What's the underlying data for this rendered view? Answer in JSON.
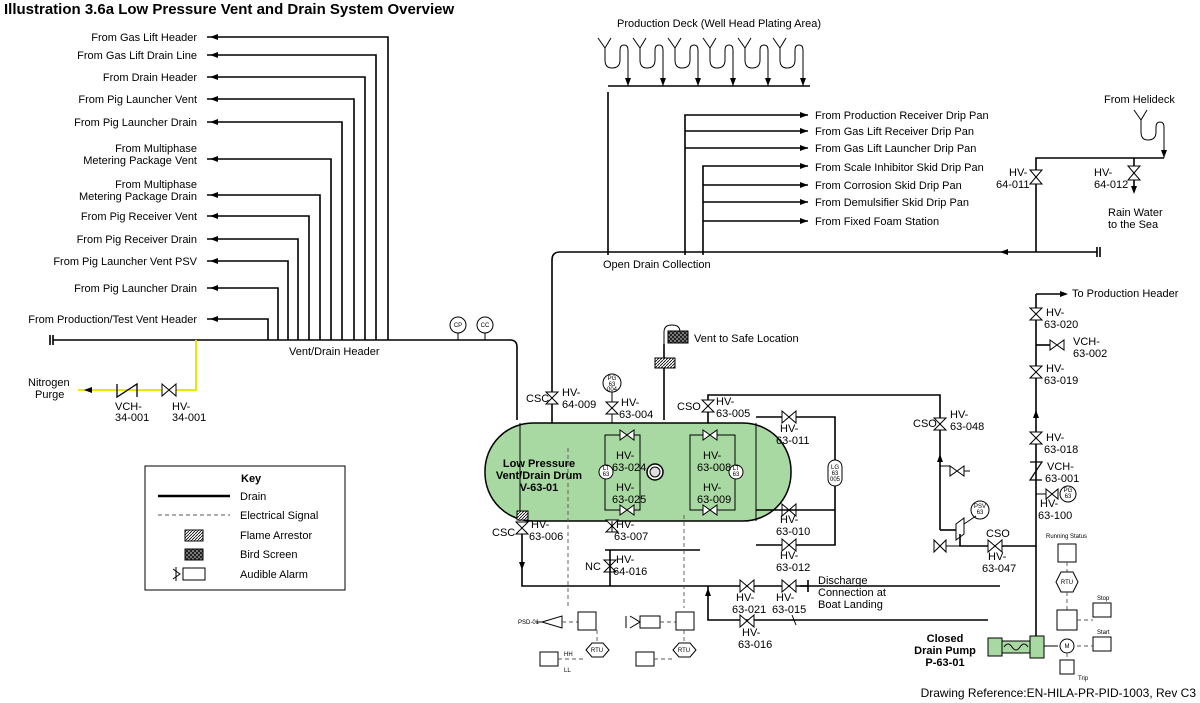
{
  "title": "Illustration 3.6a Low Pressure Vent and Drain System Overview",
  "footer": "Drawing Reference:EN-HILA-PR-PID-1003, Rev C3",
  "vent_sources": [
    "From Gas Lift Header",
    "From Gas Lift Drain Line",
    "From Drain Header",
    "From Pig Launcher Vent",
    "From Pig Launcher Drain",
    "From Multiphase",
    "Metering Package Vent",
    "From Multiphase",
    "Metering Package Drain",
    "From Pig Receiver Vent",
    "From Pig Receiver Drain",
    "From Pig Launcher Vent PSV",
    "From Pig Launcher Drain",
    "From Production/Test Vent Header"
  ],
  "header_label": "Vent/Drain Header",
  "nitrogen": [
    "Nitrogen",
    "Purge"
  ],
  "production_deck": "Production Deck (Well Head Plating Area)",
  "drip_sources": [
    "From Production Receiver Drip Pan",
    "From Gas Lift Receiver Drip Pan",
    "From Gas Lift Launcher Drip Pan",
    "From Scale Inhibitor Skid Drip Pan",
    "From Corrosion Skid Drip Pan",
    "From Demulsifier Skid Drip Pan",
    "From Fixed Foam Station"
  ],
  "open_drain": "Open Drain Collection",
  "helideck": "From Helideck",
  "rain_water": [
    "Rain Water",
    "to the Sea"
  ],
  "to_production": "To Production Header",
  "vent_safe": "Vent to Safe Location",
  "drum": [
    "Low Pressure",
    "Vent/Drain Drum",
    "V-63-01"
  ],
  "pump": [
    "Closed",
    "Drain Pump",
    "P-63-01"
  ],
  "discharge": [
    "Discharge",
    "Connection at",
    "Boat Landing"
  ],
  "valves": {
    "vch34": [
      "VCH-",
      "34-001"
    ],
    "hv34": [
      "HV-",
      "34-001"
    ],
    "hv64009": [
      "HV-",
      "64-009"
    ],
    "hv63004": [
      "HV-",
      "63-004"
    ],
    "hv63005": [
      "HV-",
      "63-005"
    ],
    "hv63011": [
      "HV-",
      "63-011"
    ],
    "hv63024": [
      "HV-",
      "63-024"
    ],
    "hv63008": [
      "HV-",
      "63-008"
    ],
    "hv63025": [
      "HV-",
      "63-025"
    ],
    "hv63009": [
      "HV-",
      "63-009"
    ],
    "hv63010": [
      "HV-",
      "63-010"
    ],
    "hv63012": [
      "HV-",
      "63-012"
    ],
    "hv63006": [
      "HV-",
      "63-006"
    ],
    "hv63007": [
      "HV-",
      "63-007"
    ],
    "hv64016": [
      "HV-",
      "64-016"
    ],
    "hv63021": [
      "HV-",
      "63-021"
    ],
    "hv63015": [
      "HV-",
      "63-015"
    ],
    "hv63016": [
      "HV-",
      "63-016"
    ],
    "hv63048": [
      "HV-",
      "63-048"
    ],
    "hv63047": [
      "HV-",
      "63-047"
    ],
    "hv64011": [
      "HV-",
      "64-011"
    ],
    "hv64012": [
      "HV-",
      "64-012"
    ],
    "hv63020": [
      "HV-",
      "63-020"
    ],
    "vch63002": [
      "VCH-",
      "63-002"
    ],
    "hv63019": [
      "HV-",
      "63-019"
    ],
    "hv63018": [
      "HV-",
      "63-018"
    ],
    "vch63001": [
      "VCH-",
      "63-001"
    ],
    "hv63100": [
      "HV-",
      "63-100"
    ]
  },
  "tags": {
    "csc": "CSC",
    "cso": "CSO",
    "nc": "NC",
    "cp": "CP",
    "cc": "CC",
    "psd01": "PSD-01",
    "rtu": "RTU",
    "m": "M",
    "hh": "HH",
    "ll": "LL",
    "running_status": "Running Status",
    "stop": "Stop",
    "start": "Start",
    "trip": "Trip",
    "pg004": [
      "PG",
      "63",
      "004"
    ],
    "psv": [
      "PSV",
      "63",
      "006"
    ],
    "lt005": [
      "LT",
      "63",
      "005"
    ],
    "lt006": [
      "LT",
      "63",
      "006"
    ],
    "lg": [
      "LG",
      "63",
      "005"
    ],
    "pg100": [
      "PG",
      "63",
      "100"
    ]
  },
  "key": {
    "title": "Key",
    "items": [
      "Drain",
      "Electrical Signal",
      "Flame Arrestor",
      "Bird Screen",
      "Audible Alarm"
    ]
  }
}
